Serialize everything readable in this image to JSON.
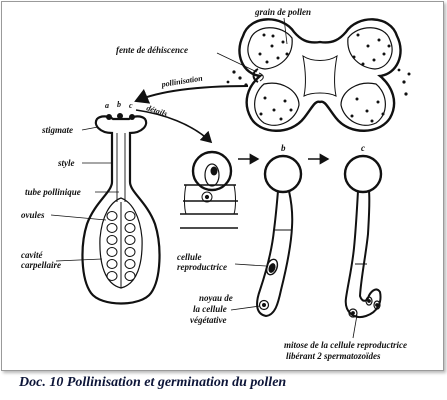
{
  "labels": {
    "grain": "grain de pollen",
    "fente": "fente de déhiscence",
    "pollinisation": "pollinisation",
    "details": "détails",
    "stigmate": "stigmate",
    "style": "style",
    "tube": "tube pollinique",
    "ovules": "ovules",
    "cavite1": "cavité",
    "cavite2": "carpellaire",
    "cellule1": "cellule",
    "cellule2": "reproductrice",
    "noyau1": "noyau de",
    "noyau2": "la cellule",
    "noyau3": "végétative",
    "mitose1": "mitose de la cellule reproductrice",
    "mitose2": "libérant 2 spermatozoïdes",
    "a_top": "a",
    "b_top": "b",
    "c_top": "c",
    "b_stage": "b",
    "c_stage": "c"
  },
  "caption": "Doc.  10   Pollinisation et germination du pollen"
}
